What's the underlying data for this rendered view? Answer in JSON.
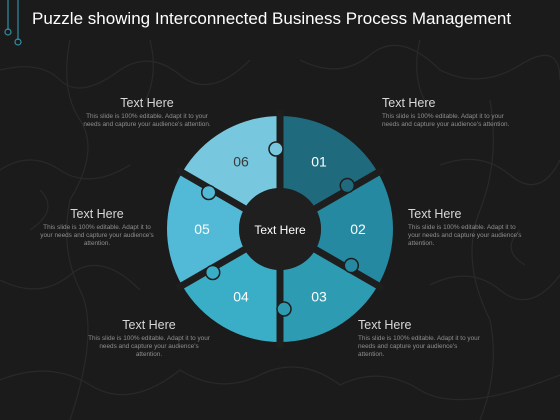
{
  "title": "Puzzle showing Interconnected Business Process Management",
  "center_label": "Text Here",
  "segments": [
    {
      "number": "01",
      "color": "#206a7d",
      "text_color": "#ffffff"
    },
    {
      "number": "02",
      "color": "#2589a1",
      "text_color": "#ffffff"
    },
    {
      "number": "03",
      "color": "#2d9cb2",
      "text_color": "#ffffff"
    },
    {
      "number": "04",
      "color": "#39aec6",
      "text_color": "#ffffff"
    },
    {
      "number": "05",
      "color": "#52bad6",
      "text_color": "#ffffff"
    },
    {
      "number": "06",
      "color": "#77c8df",
      "text_color": "#3a3a3a"
    }
  ],
  "callouts": [
    {
      "heading": "Text Here",
      "body": "This slide is 100% editable. Adapt it to your needs and capture your audience's attention."
    },
    {
      "heading": "Text Here",
      "body": "This slide is 100% editable. Adapt it to your needs and capture your audience's attention."
    },
    {
      "heading": "Text Here",
      "body": "This slide is 100% editable. Adapt it to your needs and capture your audience's attention."
    },
    {
      "heading": "Text Here",
      "body": "This slide is 100% editable. Adapt it to your needs and capture your audience's attention."
    },
    {
      "heading": "Text Here",
      "body": "This slide is 100% editable. Adapt it to your needs and capture your audience's attention."
    },
    {
      "heading": "Text Here",
      "body": "This slide is 100% editable. Adapt it to your needs and capture your audience's attention."
    }
  ],
  "colors": {
    "background": "#1b1b1b",
    "hub": "#1f1f1f",
    "divider": "#1e1e1e",
    "bg_puzzle_line": "#2b2b2b",
    "corner_accent": "#2f8fa5"
  }
}
